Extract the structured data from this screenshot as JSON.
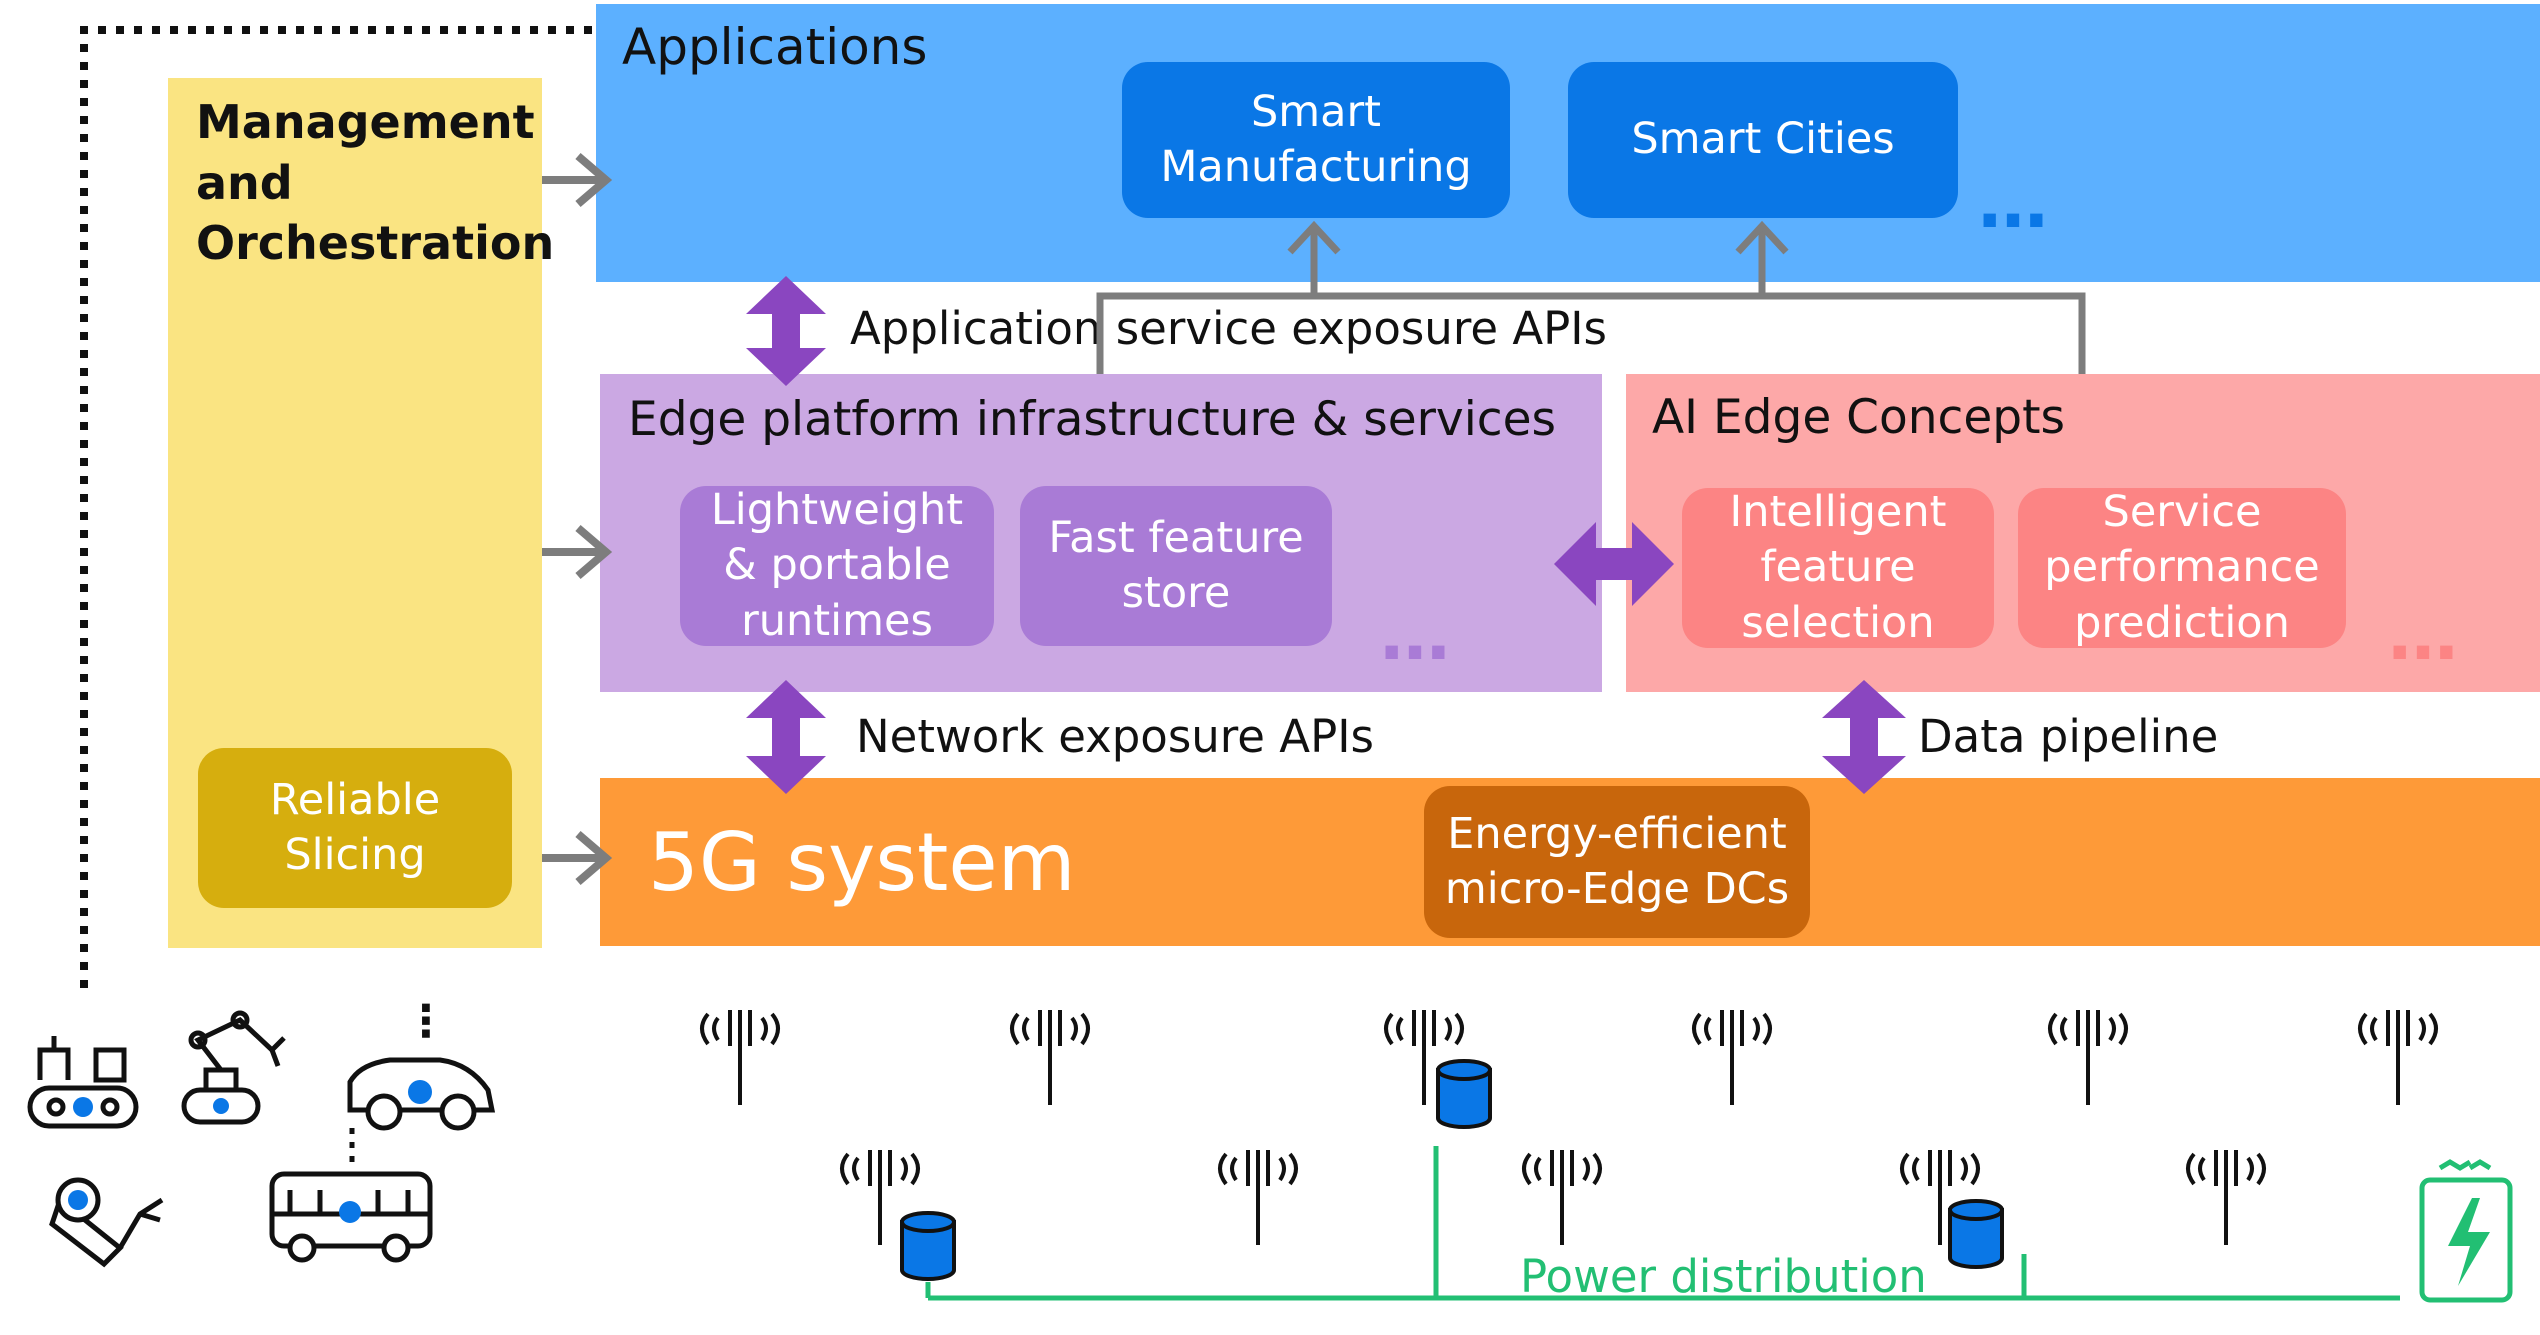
{
  "applications": {
    "title": "Applications",
    "items": [
      "Smart\nManufacturing",
      "Smart Cities"
    ],
    "more": "…"
  },
  "management": {
    "title": "Management\nand\nOrchestration",
    "reliable_slicing": "Reliable\nSlicing"
  },
  "edge_platform": {
    "title": "Edge platform infrastructure & services",
    "items": [
      "Lightweight\n& portable\nruntimes",
      "Fast feature\nstore"
    ],
    "more": "…"
  },
  "ai_edge": {
    "title": "AI Edge Concepts",
    "items": [
      "Intelligent\nfeature\nselection",
      "Service\nperformance\nprediction"
    ],
    "more": "…"
  },
  "fiveg": {
    "title": "5G system",
    "energy_box": "Energy-efficient\nmicro-Edge DCs"
  },
  "labels": {
    "app_apis": "Application service exposure APIs",
    "network_apis": "Network exposure APIs",
    "data_pipeline": "Data pipeline",
    "power": "Power distribution"
  },
  "devices_more": "⋮",
  "colors": {
    "applications_bg": "#5cb0ff",
    "app_box": "#0a77e6",
    "management_bg": "#fae482",
    "slicing_box": "#d6ae0e",
    "edge_bg": "#cba8e3",
    "edge_box": "#a97bd6",
    "ai_bg": "#fda8a8",
    "ai_box": "#fc8484",
    "fiveg_bg": "#fe9a38",
    "energy_box": "#c8660c",
    "purple_arrow": "#8a46c0",
    "grey_arrow": "#7d7d7d",
    "power_green": "#22bf73",
    "blue_accent": "#0a77e6"
  }
}
